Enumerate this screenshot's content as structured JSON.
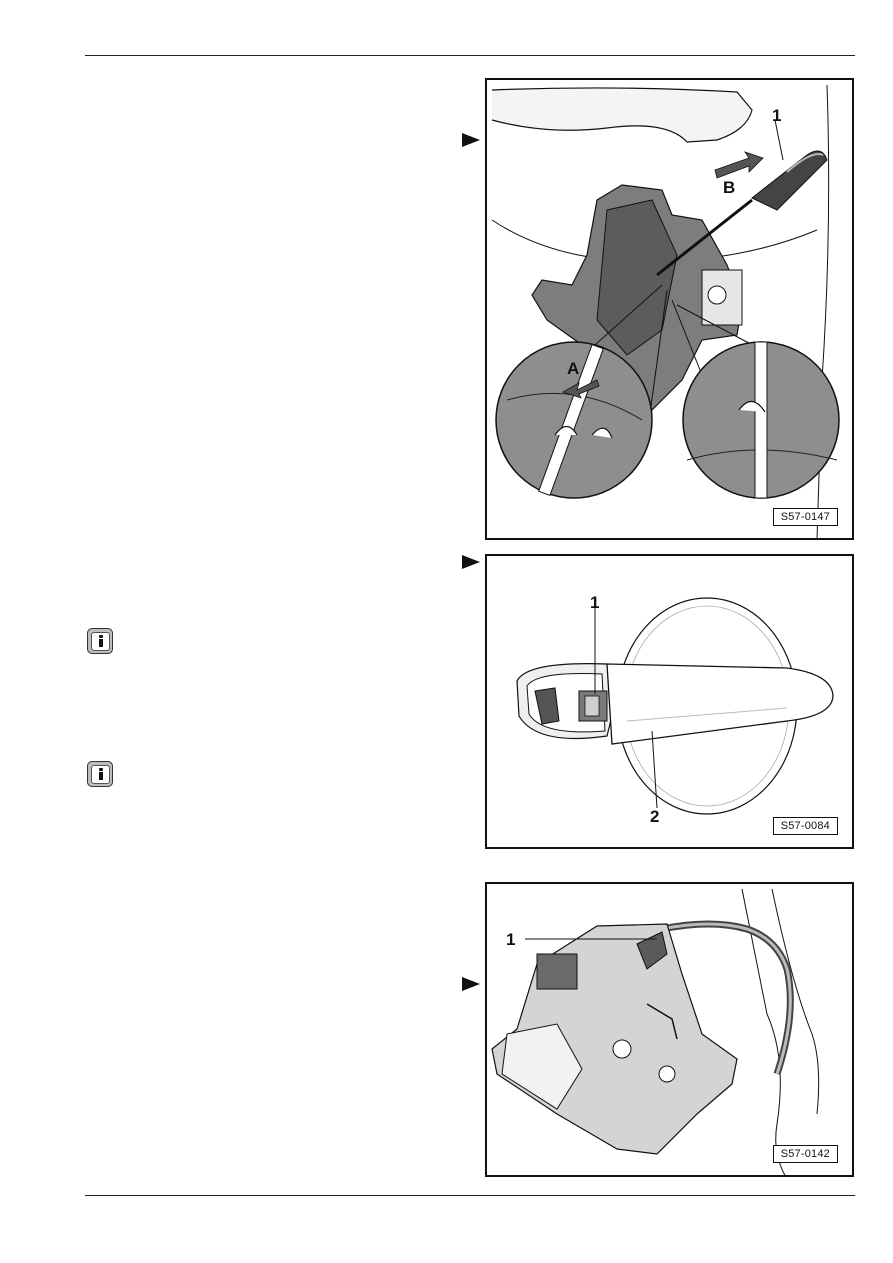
{
  "figures": [
    {
      "id": "S57-0147",
      "callouts": {
        "c1": "1",
        "cA": "A",
        "cB": "B"
      }
    },
    {
      "id": "S57-0084",
      "callouts": {
        "c1": "1",
        "c2": "2"
      }
    },
    {
      "id": "S57-0142",
      "callouts": {
        "c1": "1"
      }
    }
  ],
  "icons": {
    "step_arrow": "pointer-arrow-icon",
    "note": "info-icon"
  },
  "colors": {
    "line": "#111111",
    "part_fill": "#8a8a8a",
    "light_fill": "#d9d9d9",
    "info_bg": "#bdbdbd"
  }
}
